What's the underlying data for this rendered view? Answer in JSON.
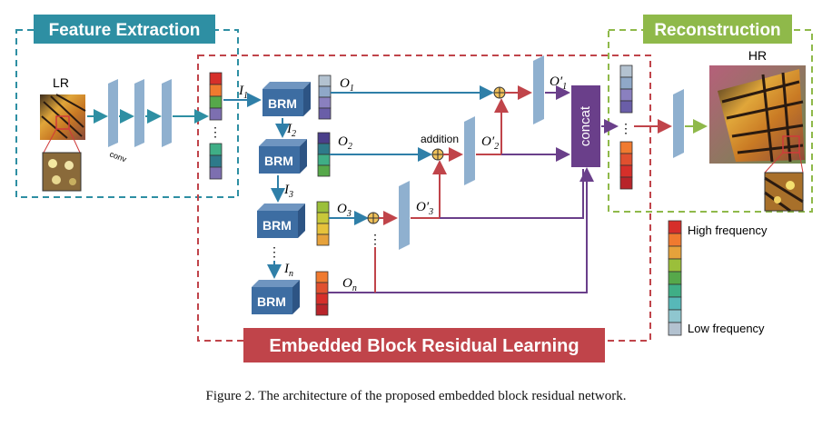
{
  "sections": {
    "feature_extraction": "Feature Extraction",
    "reconstruction": "Reconstruction",
    "ebrl": "Embedded Block Residual Learning"
  },
  "images": {
    "lr": "LR",
    "hr": "HR"
  },
  "labels": {
    "conv": "conv",
    "brm": "BRM",
    "concat": "concat",
    "addition": "addition",
    "ellipsis": "⋮"
  },
  "signals": {
    "I1": "I",
    "I1_sub": "1",
    "I2": "I",
    "I2_sub": "2",
    "I3": "I",
    "I3_sub": "3",
    "In": "I",
    "In_sub": "n",
    "O1": "O",
    "O1_sub": "1",
    "O2": "O",
    "O2_sub": "2",
    "O3": "O",
    "O3_sub": "3",
    "On": "O",
    "On_sub": "n",
    "O1p": "O′",
    "O1p_sub": "1",
    "O2p": "O′",
    "O2p_sub": "2",
    "O3p": "O′",
    "O3p_sub": "3"
  },
  "legend": {
    "high": "High frequency",
    "low": "Low frequency",
    "colors": [
      "#d62f2a",
      "#f07a2f",
      "#e6a23b",
      "#9bbf3a",
      "#56a84a",
      "#3fae86",
      "#57b8b8",
      "#8fc6cf",
      "#b3c2d0"
    ]
  },
  "colors": {
    "teal": "#2e8fa3",
    "green": "#8fb94a",
    "red": "#c0444a",
    "blue_arrow": "#2f7fa8",
    "purple": "#6a3f8a",
    "brm_fill": "#3d6da2"
  },
  "caption": "Figure 2. The architecture of the proposed embedded block residual network."
}
